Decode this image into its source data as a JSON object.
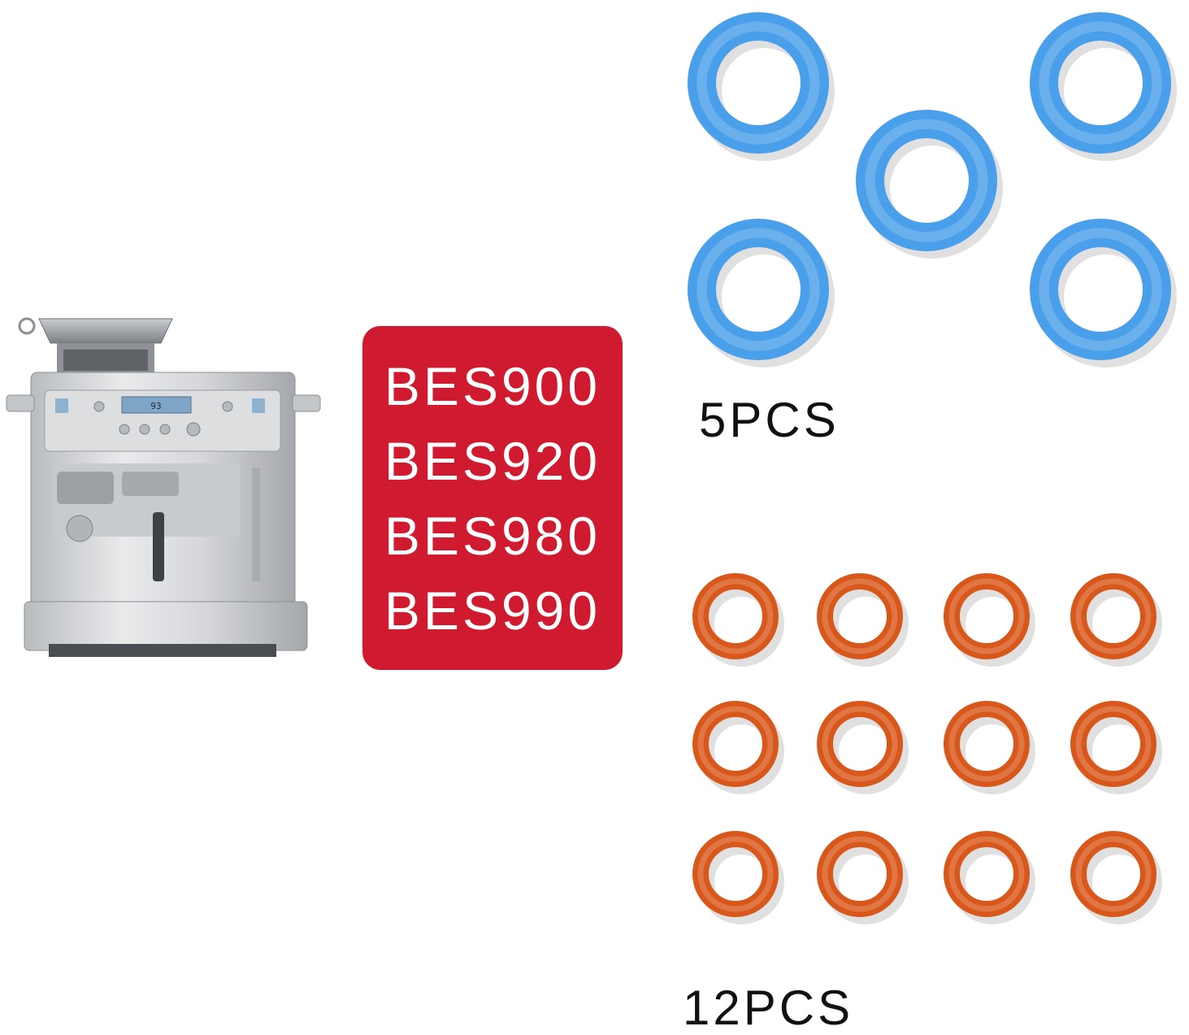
{
  "product_image": {
    "icon": "espresso-machine-icon",
    "display_reading": "93"
  },
  "models": [
    "BES900",
    "BES920",
    "BES980",
    "BES990"
  ],
  "packs": {
    "blue_seals": {
      "label": "5PCS",
      "count": 5,
      "color": "#4a9fea"
    },
    "orange_seals": {
      "label": "12PCS",
      "count": 12,
      "color": "#d8581c"
    }
  }
}
